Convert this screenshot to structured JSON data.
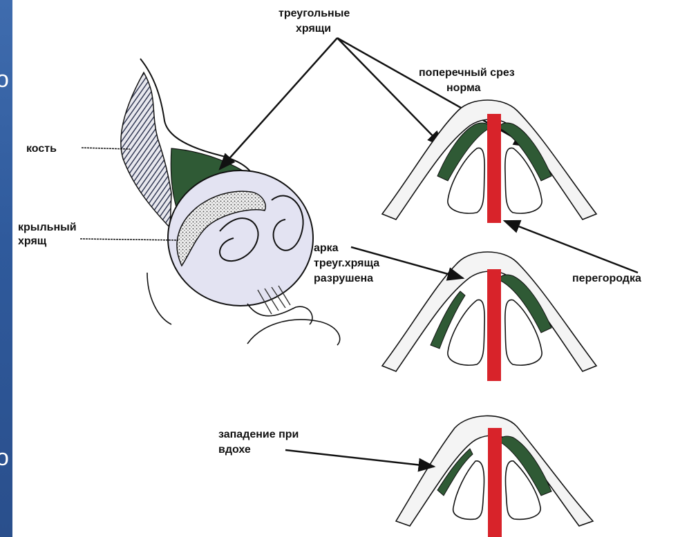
{
  "side_fragments": [
    "о",
    "о"
  ],
  "labels": {
    "triangular_cartilages": [
      "треугольные",
      "хрящи"
    ],
    "cross_section_norm": [
      "поперечный срез",
      "норма"
    ],
    "bone": "кость",
    "alar_cartilage": [
      "крыльный",
      "хрящ"
    ],
    "arch_destroyed": [
      "арка",
      "треуг.хряща",
      "разрушена"
    ],
    "septum": "перегородка",
    "collapse_on_inhale": [
      "западение при",
      "вдохе"
    ]
  },
  "colors": {
    "background": "#3a67a8",
    "panel": "#ffffff",
    "cartilage": "#2f5a35",
    "septum": "#d8232a",
    "bone_hatch": "#333a55",
    "outline": "#111111"
  }
}
